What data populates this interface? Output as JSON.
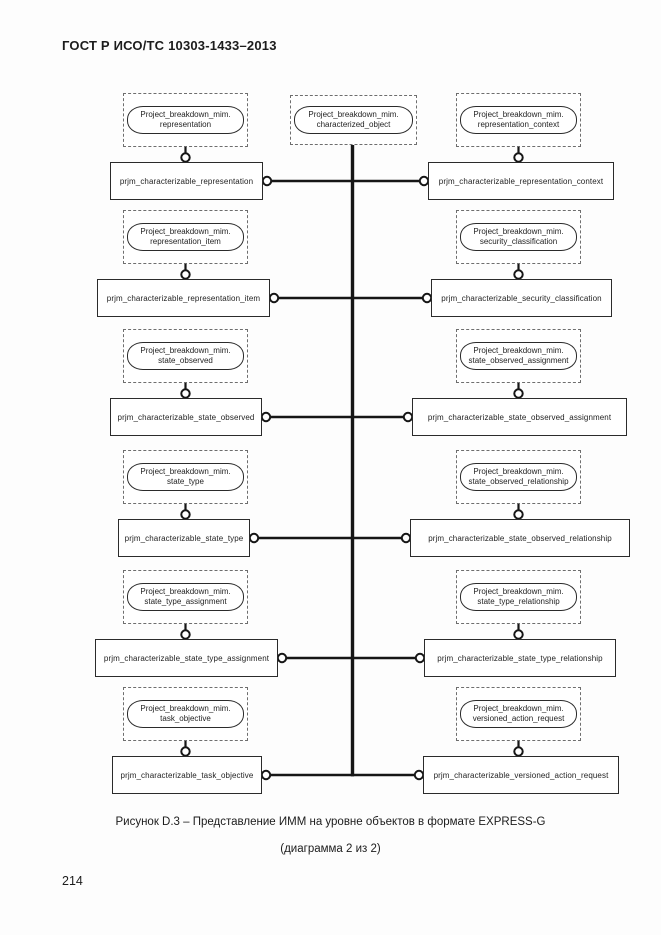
{
  "page": {
    "header": "ГОСТ Р ИСО/ТС 10303-1433–2013",
    "caption_line1": "Рисунок D.3 – Представление ИММ на уровне объектов в формате EXPRESS-G",
    "caption_line2": "(диаграмма 2 из 2)",
    "page_number": "214"
  },
  "diagram": {
    "type": "EXPRESS-G entity diagram",
    "root": {
      "schema": "Project_breakdown_mim.",
      "entity": "characterized_object"
    },
    "rows": [
      {
        "left_ref": {
          "schema": "Project_breakdown_mim.",
          "entity": "representation"
        },
        "left_entity": "prjm_characterizable_representation",
        "right_ref": {
          "schema": "Project_breakdown_mim.",
          "entity": "representation_context"
        },
        "right_entity": "prjm_characterizable_representation_context"
      },
      {
        "left_ref": {
          "schema": "Project_breakdown_mim.",
          "entity": "representation_item"
        },
        "left_entity": "prjm_characterizable_representation_item",
        "right_ref": {
          "schema": "Project_breakdown_mim.",
          "entity": "security_classification"
        },
        "right_entity": "prjm_characterizable_security_classification"
      },
      {
        "left_ref": {
          "schema": "Project_breakdown_mim.",
          "entity": "state_observed"
        },
        "left_entity": "prjm_characterizable_state_observed",
        "right_ref": {
          "schema": "Project_breakdown_mim.",
          "entity": "state_observed_assignment"
        },
        "right_entity": "prjm_characterizable_state_observed_assignment"
      },
      {
        "left_ref": {
          "schema": "Project_breakdown_mim.",
          "entity": "state_type"
        },
        "left_entity": "prjm_characterizable_state_type",
        "right_ref": {
          "schema": "Project_breakdown_mim.",
          "entity": "state_observed_relationship"
        },
        "right_entity": "prjm_characterizable_state_observed_relationship"
      },
      {
        "left_ref": {
          "schema": "Project_breakdown_mim.",
          "entity": "state_type_assignment"
        },
        "left_entity": "prjm_characterizable_state_type_assignment",
        "right_ref": {
          "schema": "Project_breakdown_mim.",
          "entity": "state_type_relationship"
        },
        "right_entity": "prjm_characterizable_state_type_relationship"
      },
      {
        "left_ref": {
          "schema": "Project_breakdown_mim.",
          "entity": "task_objective"
        },
        "left_entity": "prjm_characterizable_task_objective",
        "right_ref": {
          "schema": "Project_breakdown_mim.",
          "entity": "versioned_action_request"
        },
        "right_entity": "prjm_characterizable_versioned_action_request"
      }
    ]
  }
}
